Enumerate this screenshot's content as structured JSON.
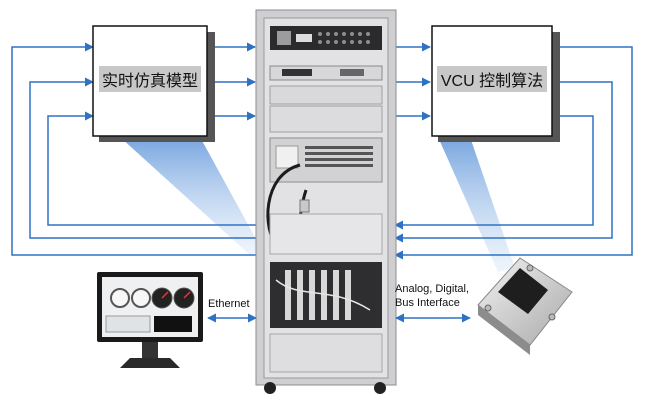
{
  "diagram": {
    "left_box_label": "实时仿真模型",
    "right_box_label": "VCU 控制算法",
    "link_ethernet_label": "Ethernet",
    "link_io_label_line1": "Analog, Digital,",
    "link_io_label_line2": "Bus Interface"
  },
  "colors": {
    "signal_line": "#2f72c4",
    "cabinet_frame": "#cfcfd1",
    "cabinet_dark": "#2a2a2a",
    "beam": "#9cc0ea",
    "label_bg": "#c8c8c8"
  },
  "icons": [
    "hil-cabinet-icon",
    "monitor-icon",
    "ecu-controller-icon"
  ]
}
